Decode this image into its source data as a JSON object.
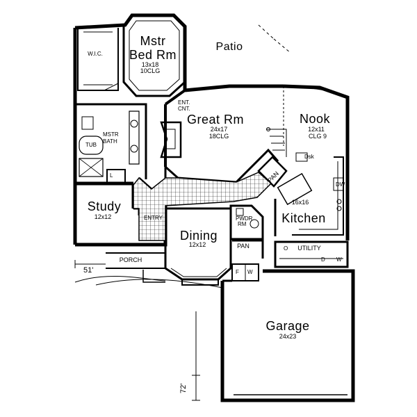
{
  "plan": {
    "rooms": [
      {
        "name": "Mstr",
        "name2": "Bed Rm",
        "size": "13x18",
        "ceiling": "10CLG"
      },
      {
        "name": "Patio"
      },
      {
        "name": "W.I.C."
      },
      {
        "name": "MSTR",
        "name2": "BATH"
      },
      {
        "name": "TUB"
      },
      {
        "name": "L"
      },
      {
        "name": "Great Rm",
        "size": "24x17",
        "ceiling": "18CLG"
      },
      {
        "name": "Nook",
        "size": "12x11",
        "ceiling": "CLG 9"
      },
      {
        "name": "Dsk"
      },
      {
        "name": "Study",
        "size": "12x12"
      },
      {
        "name": "ENTRY"
      },
      {
        "name": "Dining",
        "size": "12x12"
      },
      {
        "name": "PWDR",
        "name2": "RM"
      },
      {
        "name": "PAN"
      },
      {
        "name": "PAN"
      },
      {
        "name": "Kitchen",
        "size": "16x16"
      },
      {
        "name": "UTILITY"
      },
      {
        "name": "PORCH"
      },
      {
        "name": "Garage",
        "size": "24x23"
      }
    ],
    "annotations": {
      "ent_cnt_1": "ENT.",
      "ent_cnt_2": "CNT.",
      "dw": "DW",
      "o": "O",
      "d": "D",
      "w": "W",
      "f": "F",
      "w2": "W",
      "width_dim": "51'",
      "depth_dim": "72'"
    }
  }
}
